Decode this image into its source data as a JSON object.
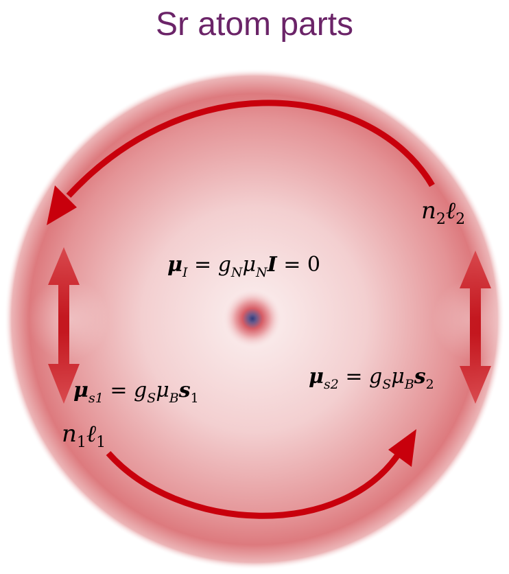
{
  "title": "Sr atom parts",
  "colors": {
    "title": "#6b2468",
    "orbit_arrow": "#c8000c",
    "spin_arrow": "#d23a3a",
    "cloud_edge": "#d96a6e",
    "cloud_center": "#fbeaea",
    "nucleus": "#3a3f7a"
  },
  "labels": {
    "nucleus_moment": {
      "mu": "μ",
      "sub": "I",
      "eq1": " = ",
      "g": "g",
      "gsub": "N",
      "mu2": "μ",
      "mu2sub": "N",
      "vec": "I",
      "tail": " = 0"
    },
    "spin1_moment": {
      "mu": "μ",
      "sub": "s1",
      "eq": " = ",
      "g": "g",
      "gsub": "S",
      "mu2": "μ",
      "mu2sub": "B",
      "vec": "s",
      "vecsub": "1"
    },
    "spin2_moment": {
      "mu": "μ",
      "sub": "s2",
      "eq": " = ",
      "g": "g",
      "gsub": "S",
      "mu2": "μ",
      "mu2sub": "B",
      "vec": "s",
      "vecsub": "2"
    },
    "orbital1": {
      "n": "n",
      "nsub": "1",
      "l": "ℓ",
      "lsub": "1"
    },
    "orbital2": {
      "n": "n",
      "nsub": "2",
      "l": "ℓ",
      "lsub": "2"
    }
  },
  "icons": {
    "orbit_top": "curved-arrow-counterclockwise-icon",
    "orbit_bottom": "curved-arrow-icon",
    "spin_left": "double-arrow-vertical-icon",
    "spin_right": "double-arrow-vertical-icon"
  }
}
